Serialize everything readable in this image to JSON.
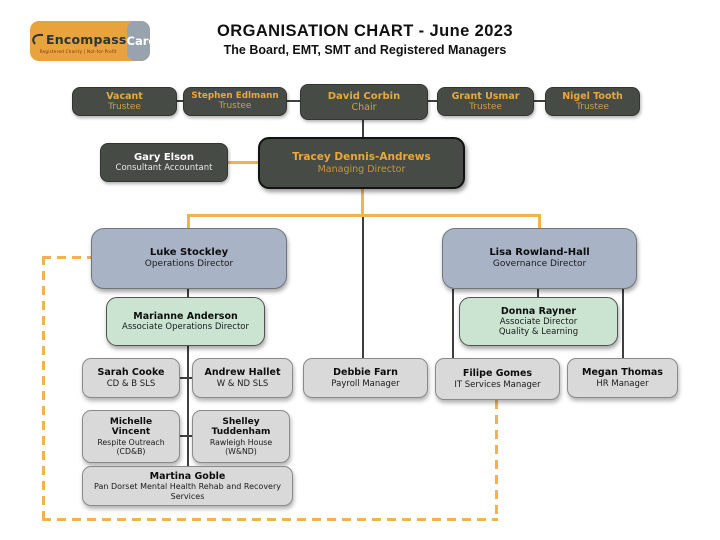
{
  "logo": {
    "brand": "Encompass",
    "suffix": "Care",
    "tagline": "Registered Charity  |  Not-for-Profit"
  },
  "header": {
    "title": "ORGANISATION CHART  - June 2023",
    "subtitle": "The Board, EMT, SMT and Registered Managers"
  },
  "colors": {
    "gold_text": "#EAA83B",
    "gold_line": "#F0B44F",
    "dark_box": "#474B46",
    "blue_box": "#A9B3C6",
    "green_box": "#CBE4D2",
    "gray_box": "#D9D9D9"
  },
  "nodes": {
    "vacant": {
      "name": "Vacant",
      "role": "Trustee"
    },
    "stephen": {
      "name": "Stephen Edlmann",
      "role": "Trustee"
    },
    "david": {
      "name": "David Corbin",
      "role": "Chair"
    },
    "grant": {
      "name": "Grant Usmar",
      "role": "Trustee"
    },
    "nigel": {
      "name": "Nigel Tooth",
      "role": "Trustee"
    },
    "gary": {
      "name": "Gary Elson",
      "role": "Consultant Accountant"
    },
    "tracey": {
      "name": "Tracey Dennis-Andrews",
      "role": "Managing Director"
    },
    "luke": {
      "name": "Luke Stockley",
      "role": "Operations Director"
    },
    "lisa": {
      "name": "Lisa Rowland-Hall",
      "role": "Governance Director"
    },
    "marianne": {
      "name": "Marianne Anderson",
      "role": "Associate Operations Director"
    },
    "donna": {
      "name": "Donna Rayner",
      "role": "Associate Director\nQuality & Learning"
    },
    "sarah": {
      "name": "Sarah Cooke",
      "role": "CD & B SLS"
    },
    "andrew": {
      "name": "Andrew Hallet",
      "role": "W & ND SLS"
    },
    "debbie": {
      "name": "Debbie Farn",
      "role": "Payroll Manager"
    },
    "filipe": {
      "name": "Filipe Gomes",
      "role": "IT Services Manager"
    },
    "megan": {
      "name": "Megan Thomas",
      "role": "HR Manager"
    },
    "michelle": {
      "name": "Michelle Vincent",
      "role": "Respite Outreach\n(CD&B)"
    },
    "shelley": {
      "name": "Shelley Tuddenham",
      "role": "Rawleigh House\n(W&ND)"
    },
    "martina": {
      "name": "Martina Goble",
      "role": "Pan Dorset Mental Health Rehab and Recovery Services"
    }
  }
}
